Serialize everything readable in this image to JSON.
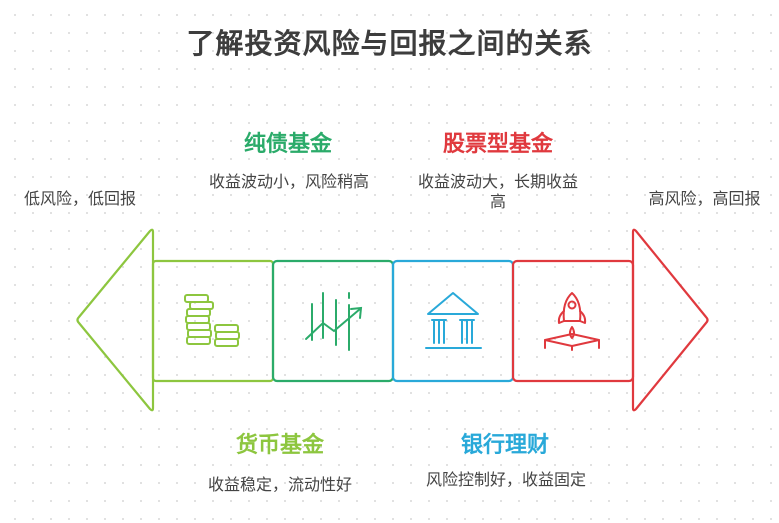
{
  "title": "了解投资风险与回报之间的关系",
  "ends": {
    "left": "低风险，低回报",
    "right": "高风险，高回报"
  },
  "colors": {
    "money_fund": "#8dc63f",
    "bond_fund": "#2bab6a",
    "bank_wealth": "#29a9d9",
    "stock_fund": "#e0393e",
    "title": "#3d3d3d"
  },
  "items": [
    {
      "label": "货币基金",
      "desc": "收益稳定，流动性好",
      "icon": "coins-stack-icon",
      "position": "bottom"
    },
    {
      "label": "纯债基金",
      "desc": "收益波动小，风险稍高",
      "icon": "chart-trend-icon",
      "position": "top"
    },
    {
      "label": "银行理财",
      "desc": "风险控制好，收益固定",
      "icon": "bank-building-icon",
      "position": "bottom"
    },
    {
      "label": "股票型基金",
      "desc": "收益波动大，长期收益高",
      "icon": "rocket-launch-icon",
      "position": "top"
    }
  ]
}
